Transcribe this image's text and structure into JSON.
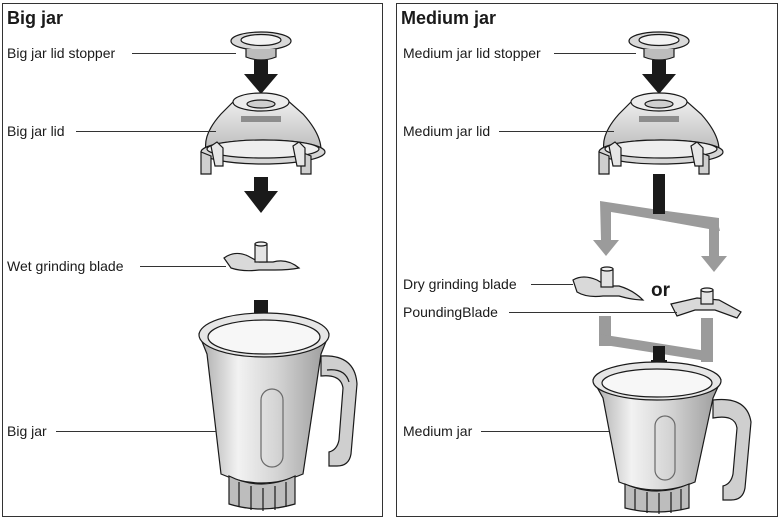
{
  "left_panel": {
    "title": "Big jar",
    "labels": {
      "stopper": "Big jar lid stopper",
      "lid": "Big jar lid",
      "blade": "Wet grinding blade",
      "jar": "Big jar"
    }
  },
  "right_panel": {
    "title": "Medium jar",
    "labels": {
      "stopper": "Medium jar lid stopper",
      "lid": "Medium jar lid",
      "dry_blade": "Dry grinding blade",
      "pounding_blade": "PoundingBlade",
      "jar": "Medium jar"
    },
    "or_text": "or"
  },
  "colors": {
    "stroke": "#1a1a1a",
    "metal_light": "#e8e8e8",
    "metal_mid": "#c9c9c9",
    "metal_dark": "#9a9a9a",
    "path_gray": "#9b9b9b"
  }
}
